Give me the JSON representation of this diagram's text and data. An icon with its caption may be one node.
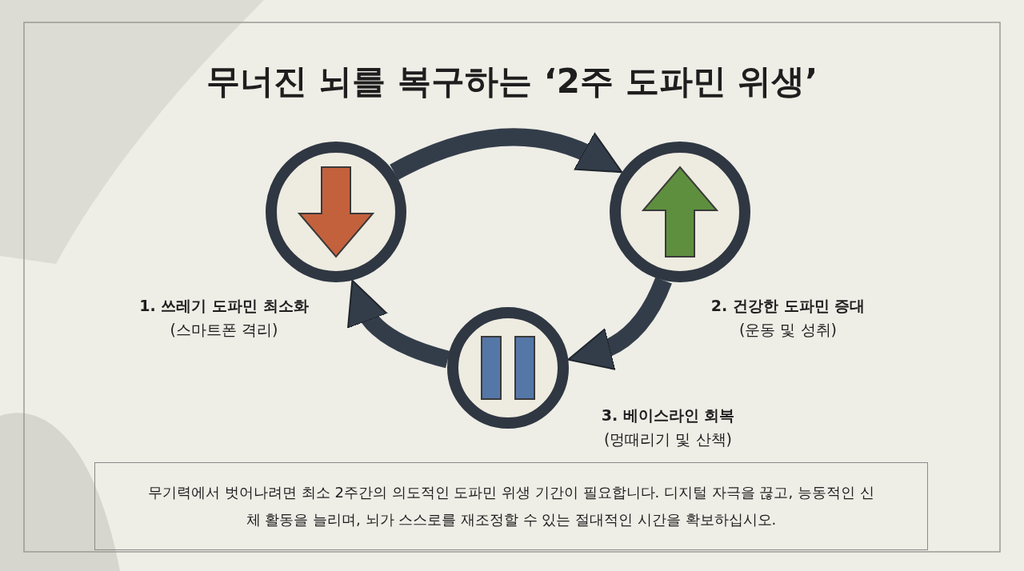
{
  "diagram": {
    "title": "무너진 뇌를 복구하는 ‘2주 도파민 위생’",
    "nodes": [
      {
        "text": [],
        "shape": "circle",
        "beside": [
          "1. 쓰레기 도파민 최소화",
          "(스마트폰 격리)"
        ]
      },
      {
        "text": [],
        "shape": "circle",
        "beside": [
          "2. 건강한 도파민 증대",
          "(운동 및 성취)"
        ]
      },
      {
        "text": [],
        "shape": "circle",
        "beside": [
          "3. 베이스라인 회복",
          "(멍때리기 및 산책)"
        ]
      },
      {
        "text": [
          "무기력에서 벗어나려면 최소 2주간의 의도적인 도파민 위생 기간이 필요합니다. 디지털 자극을 끊고, 능동적인 신체 활동을 늘리며, 뇌가 스스로를 재조정할 수 있는 절대적인 시간을 확보하십시오."
        ]
      }
    ],
    "edges": [
      {
        "from": 0,
        "to": 1,
        "arrow": "to"
      },
      {
        "from": 1,
        "to": 2,
        "arrow": "to"
      },
      {
        "from": 2,
        "to": 0,
        "arrow": "to"
      }
    ]
  }
}
